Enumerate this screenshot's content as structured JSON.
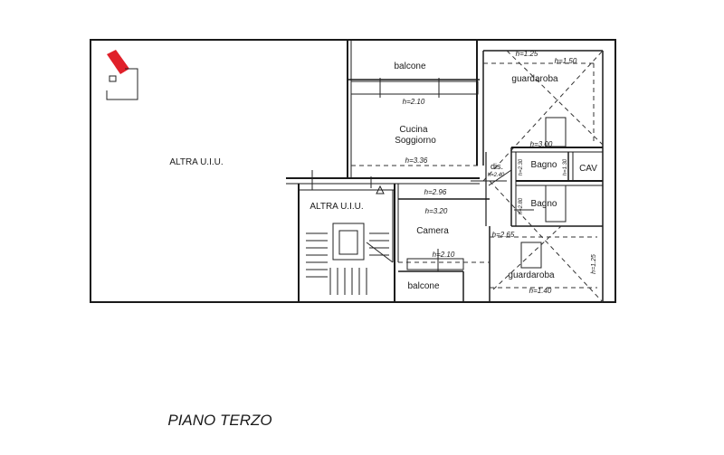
{
  "plan": {
    "floor_title": "PIANO TERZO",
    "rooms": {
      "altra_uiu_left": "ALTRA U.I.U.",
      "altra_uiu_stair": "ALTRA U.I.U.",
      "balcone_top": "balcone",
      "cucina": "Cucina",
      "soggiorno": "Soggiorno",
      "guardaroba_top": "guardaroba",
      "dis": "dis.",
      "bagno_1": "Bagno",
      "bagno_2": "Bagno",
      "cav": "CAV",
      "camera": "Camera",
      "guardaroba_bottom": "guardaroba",
      "balcone_bottom": "balcone"
    },
    "heights": {
      "h_1_25_top": "h=1.25",
      "h_1_50": "h=1.50",
      "h_2_10_top": "h=2.10",
      "h_3_36": "h=3.36",
      "h_3_00": "h=3.00",
      "h_2_40": "h=2.40",
      "h_2_30_v": "h=2.30",
      "h_1_30_v": "h=1.30",
      "h_2_96": "h=2.96",
      "h_3_20": "h=3.20",
      "h_2_80_v": "h=2.80",
      "h_2_65": "h=2.65",
      "h_2_10_bottom": "h=2.10",
      "h_1_25_v": "h=1.25",
      "h_1_40": "h=1.40"
    }
  },
  "colors": {
    "logo_red": "#e0202a",
    "ink": "#1a1a1a"
  }
}
